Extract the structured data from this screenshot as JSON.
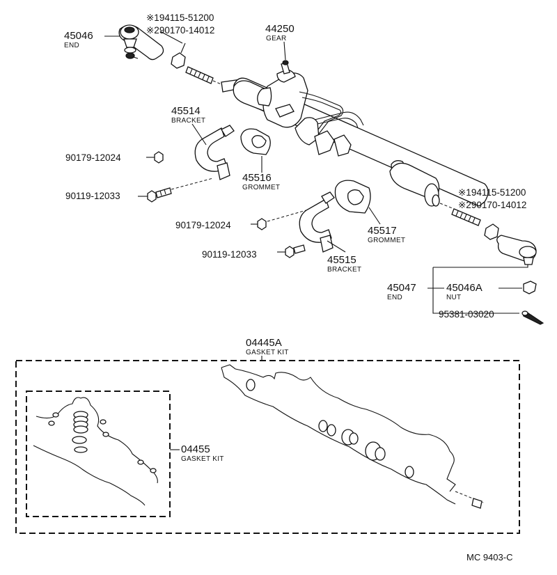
{
  "parts": {
    "tie_rod_end_left": {
      "number": "45046",
      "label": "END"
    },
    "bolt_left_1": {
      "number": "※194115-51200"
    },
    "bolt_left_2": {
      "number": "※290170-14012"
    },
    "gear": {
      "number": "44250",
      "label": "GEAR"
    },
    "bracket_upper": {
      "number": "45514",
      "label": "BRACKET"
    },
    "bolt_a1": {
      "number": "90179-12024"
    },
    "bolt_a2": {
      "number": "90119-12033"
    },
    "grommet_upper": {
      "number": "45516",
      "label": "GROMMET"
    },
    "bolt_right_1": {
      "number": "※194115-51200"
    },
    "bolt_right_2": {
      "number": "※290170-14012"
    },
    "bolt_b1": {
      "number": "90179-12024"
    },
    "grommet_lower": {
      "number": "45517",
      "label": "GROMMET"
    },
    "bolt_b2": {
      "number": "90119-12033"
    },
    "bracket_lower": {
      "number": "45515",
      "label": "BRACKET"
    },
    "tie_rod_end_right": {
      "number": "45047",
      "label": "END"
    },
    "nut": {
      "number": "45046A",
      "label": "NUT"
    },
    "cotter_pin": {
      "number": "95381-03020"
    },
    "gasket_kit_outer": {
      "number": "04445A",
      "label": "GASKET KIT"
    },
    "gasket_kit_inner": {
      "number": "04455",
      "label": "GASKET KIT"
    }
  },
  "figure_ref": "MC 9403-C"
}
